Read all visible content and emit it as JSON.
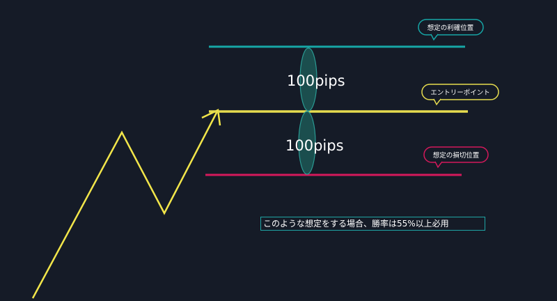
{
  "labels": {
    "take_profit": "想定の利確位置",
    "entry_point": "エントリーポイント",
    "stop_loss": "想定の損切位置"
  },
  "distances": {
    "upper": "100pips",
    "lower": "100pips"
  },
  "caption": "このような想定をする場合、勝率は55%以上必用",
  "colors": {
    "background": "#151b27",
    "take_profit_line": "#16a6a6",
    "entry_line": "#e6dc4f",
    "stop_loss_line": "#d4195b",
    "price_path": "#f2e64a",
    "ellipse_fill": "#1b4e4e",
    "ellipse_stroke": "#2a9a93",
    "caption_border": "#1fa5a5"
  }
}
